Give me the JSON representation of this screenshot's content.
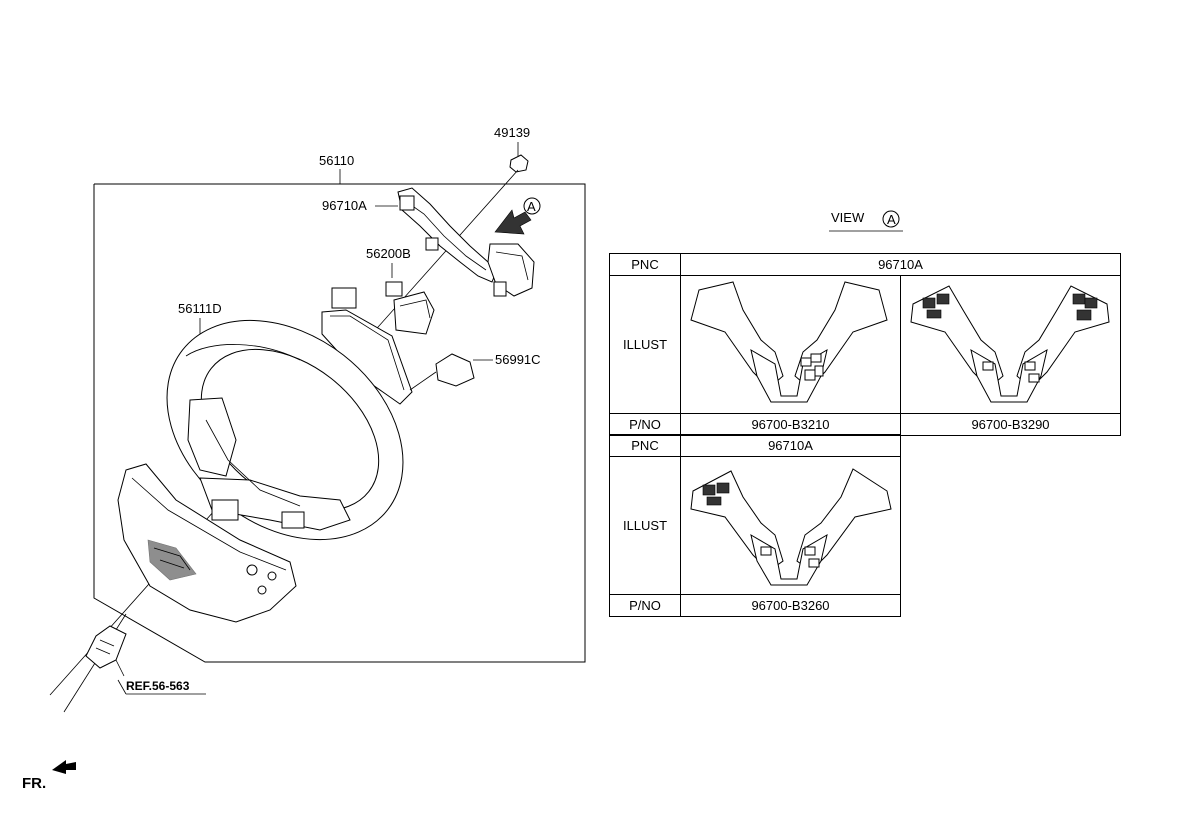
{
  "callouts": {
    "c49139": "49139",
    "c56110": "56110",
    "c96710A": "96710A",
    "c56200B": "56200B",
    "c56111D": "56111D",
    "c56991C": "56991C",
    "ref": "REF.56-563",
    "fr": "FR.",
    "marker_a": "A"
  },
  "view": {
    "label": "VIEW",
    "marker": "A"
  },
  "table1": {
    "pnc_label": "PNC",
    "pnc_value": "96710A",
    "illust_label": "ILLUST",
    "pno_label": "P/NO",
    "pno_1": "96700-B3210",
    "pno_2": "96700-B3290"
  },
  "table2": {
    "pnc_label": "PNC",
    "pnc_value": "96710A",
    "illust_label": "ILLUST",
    "pno_label": "P/NO",
    "pno_1": "96700-B3260"
  }
}
